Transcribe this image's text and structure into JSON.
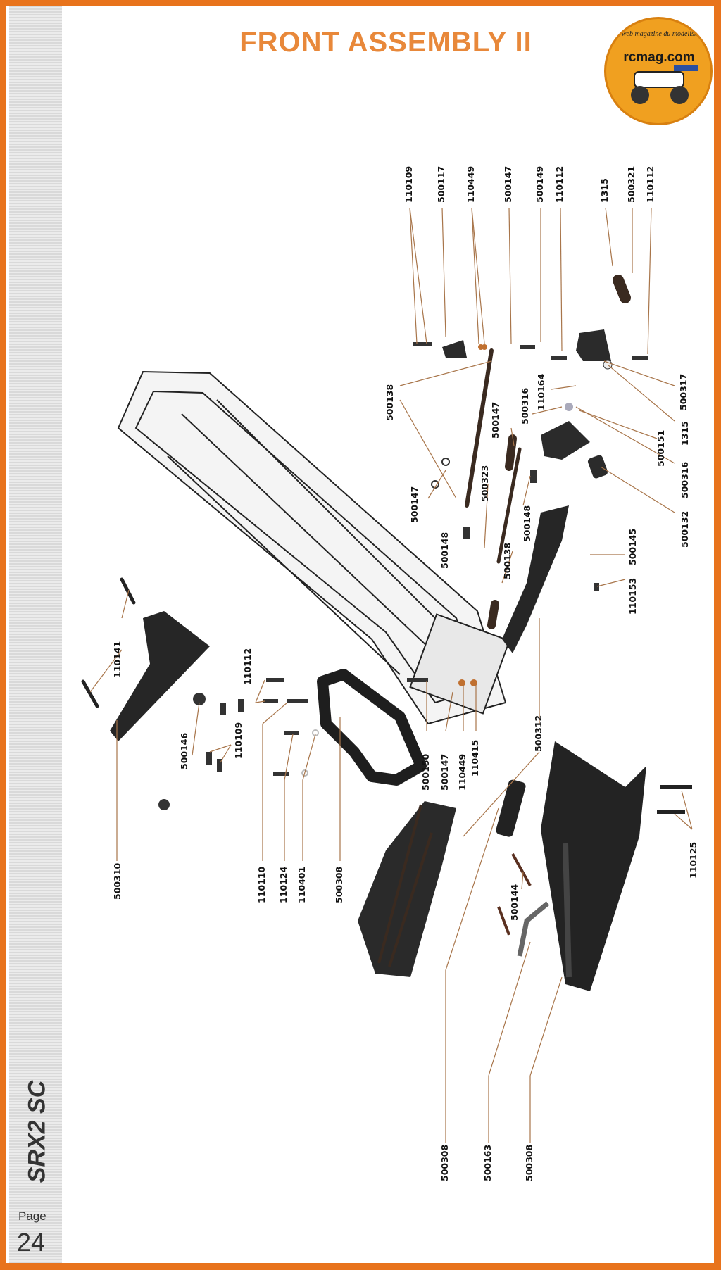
{
  "title": "FRONT ASSEMBLY II",
  "logo": {
    "text": "rcmag.com",
    "subtitle": "Le web magazine du modelisme"
  },
  "brand": "SRX2 SC",
  "footer": {
    "page_label": "Page",
    "page_number": "24"
  },
  "part_numbers": [
    "110109",
    "500117",
    "110449",
    "500147",
    "500149",
    "110112",
    "1315",
    "500321",
    "110112",
    "500138",
    "110164",
    "500316",
    "500147",
    "500317",
    "1315",
    "500151",
    "500316",
    "500147",
    "500323",
    "500148",
    "500132",
    "500148",
    "500138",
    "500145",
    "110153",
    "110141",
    "110112",
    "500146",
    "110109",
    "500150",
    "500147",
    "110449",
    "110415",
    "500312",
    "500310",
    "110110",
    "110124",
    "110401",
    "500308",
    "110125",
    "500144",
    "500308",
    "500163",
    "500308"
  ],
  "colors": {
    "accent": "#e8883a",
    "border": "#e8731c",
    "strip": "#dcdcdc",
    "leader": "#a8754a"
  }
}
